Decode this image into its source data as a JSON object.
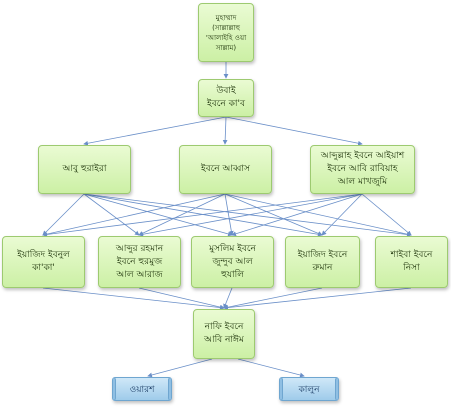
{
  "colors": {
    "node_fill": "#ccf0a5",
    "node_border": "#9dca70",
    "scroll_fill": "#9fcbea",
    "connector": "#6a8fc8"
  },
  "nodes": {
    "n_top": {
      "text": "মুহাম্মাদ\n(সাল্লাল্লাহু\n'আলাইহি ওয়া\nসাল্লাম)"
    },
    "n_ubai": {
      "text": "উবাই\nইবনে কা'ব"
    },
    "n_abu_hurayra": {
      "text": "আবু হুরাইরা"
    },
    "n_ibn_abbas": {
      "text": "ইবনে আব্বাস"
    },
    "n_abdullah": {
      "text": "আব্দুল্লাহ ইবনে আইয়াশ\nইবনে আবি রাবিয়াহ\nআল মাখজুমি"
    },
    "n_yazid": {
      "text": "ইয়াজিদ ইবনুল\nকা'কা'"
    },
    "n_abdur_rahman": {
      "text": "আব্দুর রহমান\nইবনে হুরমুজ\nআল আরাজ"
    },
    "n_muslim": {
      "text": "মুসলিম ইবনে\nজুন্দুব আল\nহুযালি"
    },
    "n_yazid_ruman": {
      "text": "ইয়াজিদ ইবনে\nরুমান"
    },
    "n_shayba": {
      "text": "শাইবা ইবনে\nনিসা"
    },
    "n_nafi": {
      "text": "নাফি ইবনে\nআবি নাঈম"
    },
    "n_warsh": {
      "text": "ওয়ারশ"
    },
    "n_qalun": {
      "text": "কালুন"
    }
  }
}
